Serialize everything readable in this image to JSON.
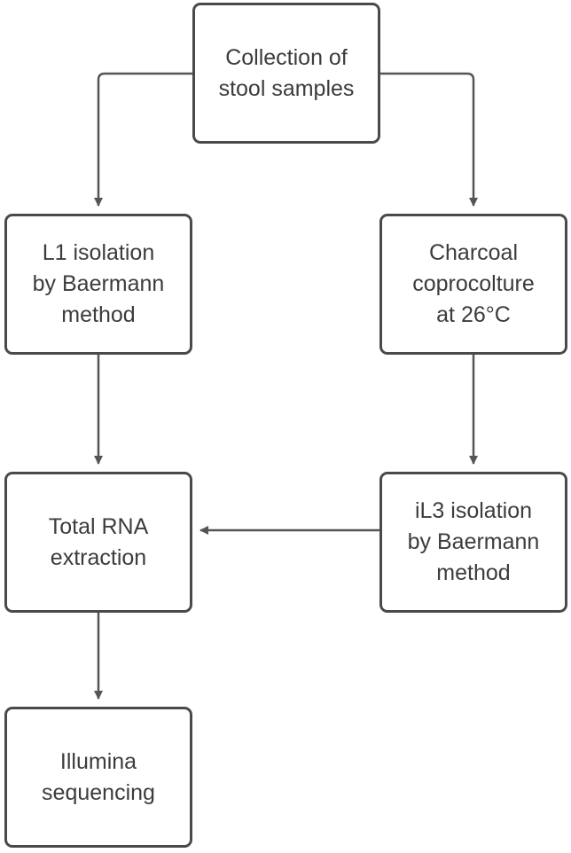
{
  "nodes": {
    "collection": "Collection of\nstool samples",
    "l1_isolation": "L1 isolation\nby Baermann\nmethod",
    "charcoal": "Charcoal\ncoprocolture\nat 26°C",
    "total_rna": "Total RNA\nextraction",
    "il3_isolation": "iL3 isolation\nby Baermann\nmethod",
    "illumina": "Illumina\nsequencing"
  },
  "colors": {
    "box_border": "#4a4a4a",
    "connector": "#555555",
    "text": "#3c3c3c",
    "background": "#ffffff"
  }
}
